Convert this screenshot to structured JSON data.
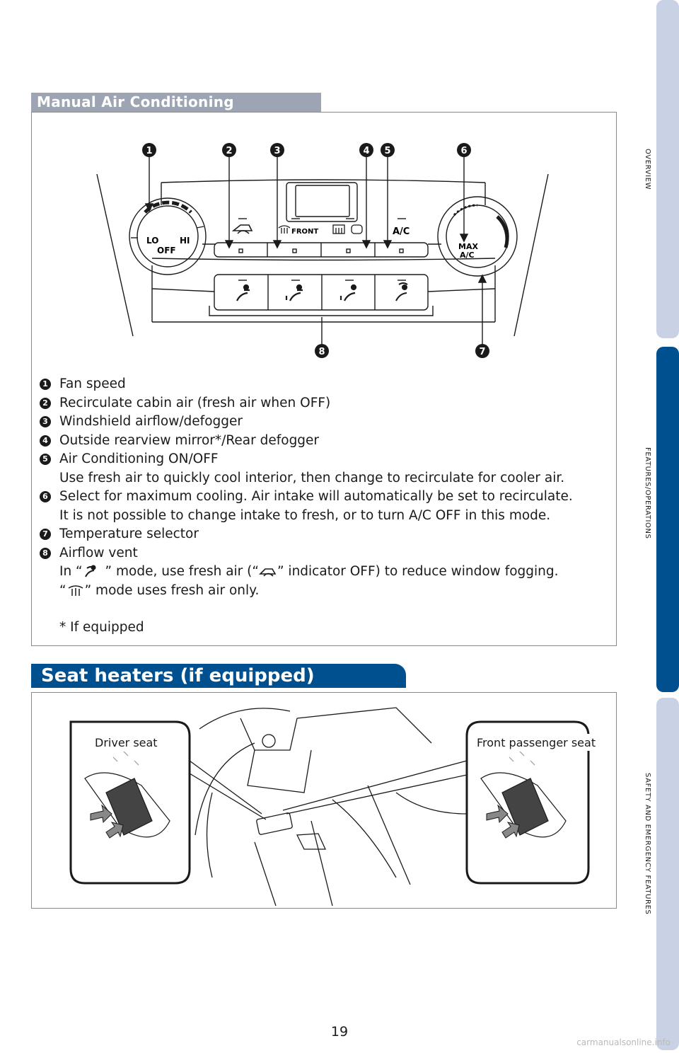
{
  "tabs": {
    "overview": "OVERVIEW",
    "features": "FEATURES/OPERATIONS",
    "safety": "SAFETY AND EMERGENCY FEATURES",
    "colors": {
      "inactive": "#c9d2e4",
      "active": "#004f8f"
    }
  },
  "ac_section": {
    "title": "Manual Air Conditioning",
    "panel": {
      "callouts": [
        "1",
        "2",
        "3",
        "4",
        "5",
        "6",
        "7",
        "8"
      ],
      "fan_dial": {
        "lo": "LO",
        "hi": "HI",
        "off": "OFF"
      },
      "buttons": {
        "front": "FRONT",
        "ac": "A/C"
      },
      "temp_dial": {
        "max": "MAX",
        "ac": "A/C"
      }
    },
    "items": [
      {
        "num": "1",
        "lines": [
          "Fan speed"
        ]
      },
      {
        "num": "2",
        "lines": [
          "Recirculate cabin air (fresh air when OFF)"
        ]
      },
      {
        "num": "3",
        "lines": [
          "Windshield airflow/defogger"
        ]
      },
      {
        "num": "4",
        "lines": [
          "Outside rearview mirror*/Rear defogger"
        ]
      },
      {
        "num": "5",
        "lines": [
          "Air Conditioning ON/OFF",
          "Use fresh air to quickly cool interior, then change to recirculate for cooler air."
        ]
      },
      {
        "num": "6",
        "lines": [
          "Select for maximum cooling. Air intake will automatically be set to recirculate.",
          "It is not possible to change intake to fresh, or to turn A/C OFF in this mode."
        ]
      },
      {
        "num": "7",
        "lines": [
          "Temperature selector"
        ]
      },
      {
        "num": "8",
        "lines": [
          "Airflow vent"
        ]
      }
    ],
    "note_1a": "In “",
    "note_1b": " ” mode, use fresh air (“",
    "note_1c": "” indicator OFF) to reduce window fogging.",
    "note_2a": "“",
    "note_2b": "” mode uses fresh air only.",
    "footnote": "* If equipped"
  },
  "seat_section": {
    "title": "Seat heaters (if equipped)",
    "driver_label": "Driver seat",
    "passenger_label": "Front passenger seat"
  },
  "page_number": "19",
  "watermark": "carmanualsonline.info"
}
